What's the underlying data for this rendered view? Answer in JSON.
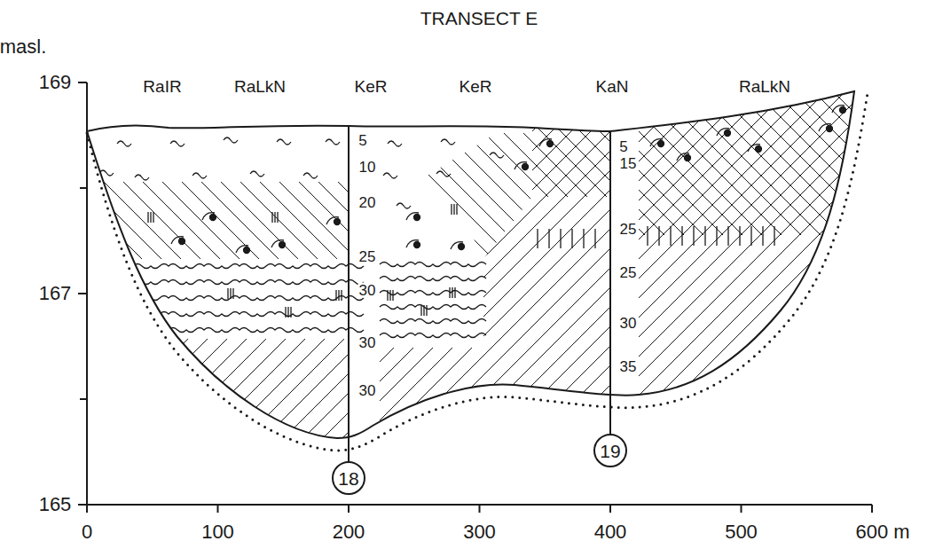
{
  "diagram": {
    "title": "TRANSECT E",
    "nodes": [
      {
        "text": [
          "18"
        ]
      },
      {
        "text": [
          "19"
        ]
      }
    ],
    "labels": [
      "masl.",
      "169",
      "167",
      "165",
      "0",
      "100",
      "200",
      "300",
      "400",
      "500",
      "600 m",
      "RaIR",
      "RaLkN",
      "KeR",
      "KeR",
      "KaN",
      "RaLkN",
      "5",
      "10",
      "20",
      "25",
      "30",
      "30",
      "30",
      "5",
      "15",
      "25",
      "25",
      "30",
      "35"
    ]
  }
}
